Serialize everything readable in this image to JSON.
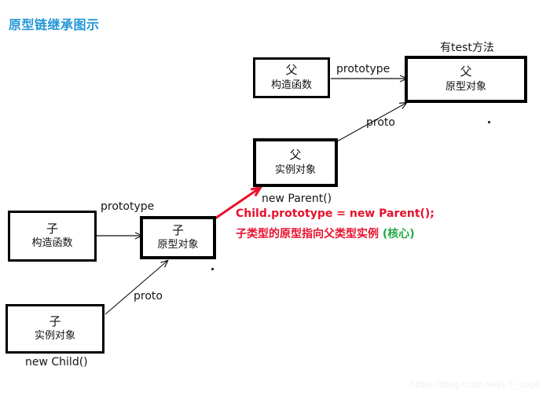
{
  "diagram": {
    "title": "原型链继承图示",
    "title_color": "#2196d9",
    "accent_red": "#e8112d",
    "accent_green": "#22aa44",
    "nodes": [
      {
        "id": "parent-constructor",
        "title": "父",
        "subtitle": "构造函数"
      },
      {
        "id": "parent-prototype",
        "title": "父",
        "subtitle": "原型对象"
      },
      {
        "id": "parent-instance",
        "title": "父",
        "subtitle": "实例对象"
      },
      {
        "id": "child-constructor",
        "title": "子",
        "subtitle": "构造函数"
      },
      {
        "id": "child-prototype",
        "title": "子",
        "subtitle": "原型对象"
      },
      {
        "id": "child-instance",
        "title": "子",
        "subtitle": "实例对象"
      }
    ],
    "edge_labels": {
      "parent_prototype": "prototype",
      "parent_proto": "proto",
      "child_prototype": "prototype",
      "child_proto": "proto"
    },
    "captions": {
      "parent_prototype_note": "有test方法",
      "parent_instance_note": "new Parent()",
      "child_instance_note": "new Child()"
    },
    "annotation": {
      "line1": "Child.prototype = new Parent();",
      "line2_main": "子类型的原型指向父类型实例 ",
      "line2_core": "(核心)"
    },
    "watermark": "https://blog.csdn.net/LY_code"
  }
}
